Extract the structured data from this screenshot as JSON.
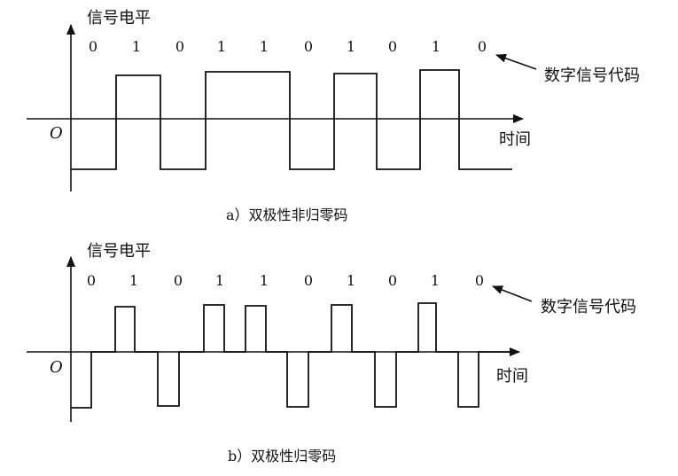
{
  "panels": [
    {
      "id": "a",
      "ylabel": "信号电平",
      "origin": "O",
      "xlabel": "时间",
      "annotation": "数字信号代码",
      "bits": [
        "0",
        "1",
        "0",
        "1",
        "1",
        "0",
        "1",
        "0",
        "1",
        "0"
      ],
      "encoding": "bipolar-nrz",
      "caption": "a）双极性非归零码"
    },
    {
      "id": "b",
      "ylabel": "信号电平",
      "origin": "O",
      "xlabel": "时间",
      "annotation": "数字信号代码",
      "bits": [
        "0",
        "1",
        "0",
        "1",
        "1",
        "0",
        "1",
        "0",
        "1",
        "0"
      ],
      "encoding": "bipolar-rz",
      "caption": "b）双极性归零码"
    }
  ]
}
